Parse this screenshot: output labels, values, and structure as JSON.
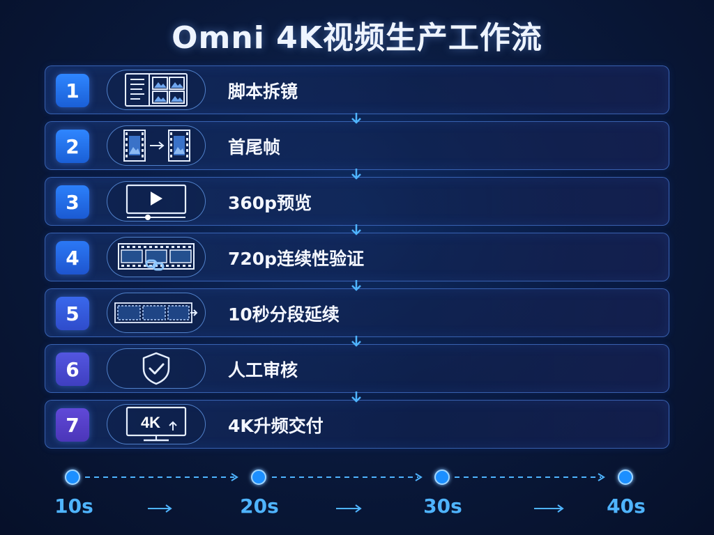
{
  "title": "Omni 4K视频生产工作流",
  "steps": [
    {
      "num": "1",
      "label": "脚本拆镜",
      "icon": "storyboard-icon",
      "color": "#1f6fe8"
    },
    {
      "num": "2",
      "label": "首尾帧",
      "icon": "first-last-frame-icon",
      "color": "#1f6fe8"
    },
    {
      "num": "3",
      "label": "360p预览",
      "icon": "video-preview-icon",
      "color": "#2466e4"
    },
    {
      "num": "4",
      "label": "720p连续性验证",
      "icon": "film-link-icon",
      "color": "#2b60e0"
    },
    {
      "num": "5",
      "label": "10秒分段延续",
      "icon": "segments-icon",
      "color": "#3a55d8"
    },
    {
      "num": "6",
      "label": "人工审核",
      "icon": "shield-check-icon",
      "color": "#4a4bd0"
    },
    {
      "num": "7",
      "label": "4K升频交付",
      "icon": "monitor-4k-icon",
      "color": "#5643c8",
      "icon_text": "4K"
    }
  ],
  "timeline": {
    "labels": [
      "10s",
      "20s",
      "30s",
      "40s"
    ],
    "accent": "#4fb4ff"
  }
}
